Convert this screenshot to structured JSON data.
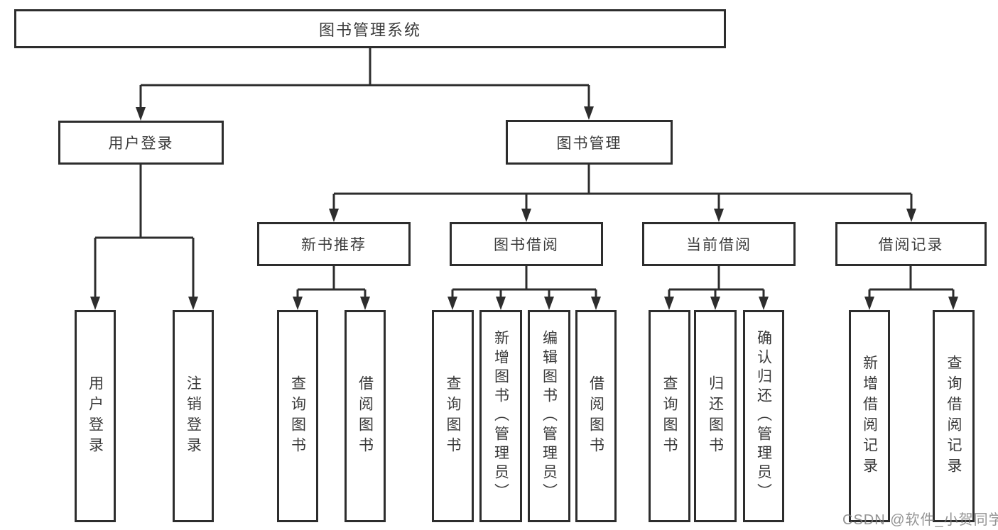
{
  "diagram": {
    "type": "hierarchy-tree",
    "tree": {
      "root": {
        "label": "图书管理系统"
      },
      "children": [
        {
          "label": "用户登录",
          "children": [
            {
              "label": "用户登录"
            },
            {
              "label": "注销登录"
            }
          ]
        },
        {
          "label": "图书管理",
          "children": [
            {
              "label": "新书推荐",
              "children": [
                {
                  "label": "查询图书"
                },
                {
                  "label": "借阅图书"
                }
              ]
            },
            {
              "label": "图书借阅",
              "children": [
                {
                  "label": "查询图书"
                },
                {
                  "label": "新增图书（管理员）"
                },
                {
                  "label": "编辑图书（管理员）"
                },
                {
                  "label": "借阅图书"
                }
              ]
            },
            {
              "label": "当前借阅",
              "children": [
                {
                  "label": "查询图书"
                },
                {
                  "label": "归还图书"
                },
                {
                  "label": "确认归还（管理员）"
                }
              ]
            },
            {
              "label": "借阅记录",
              "children": [
                {
                  "label": "新增借阅记录"
                },
                {
                  "label": "查询借阅记录"
                }
              ]
            }
          ]
        }
      ]
    },
    "colors": {
      "line": "#2d2d2d",
      "text": "#3a3a3a",
      "box_background": "#ffffff",
      "watermark": "#7d7d7d"
    }
  },
  "watermark": {
    "text": "CSDN @软件_小贺同学"
  }
}
